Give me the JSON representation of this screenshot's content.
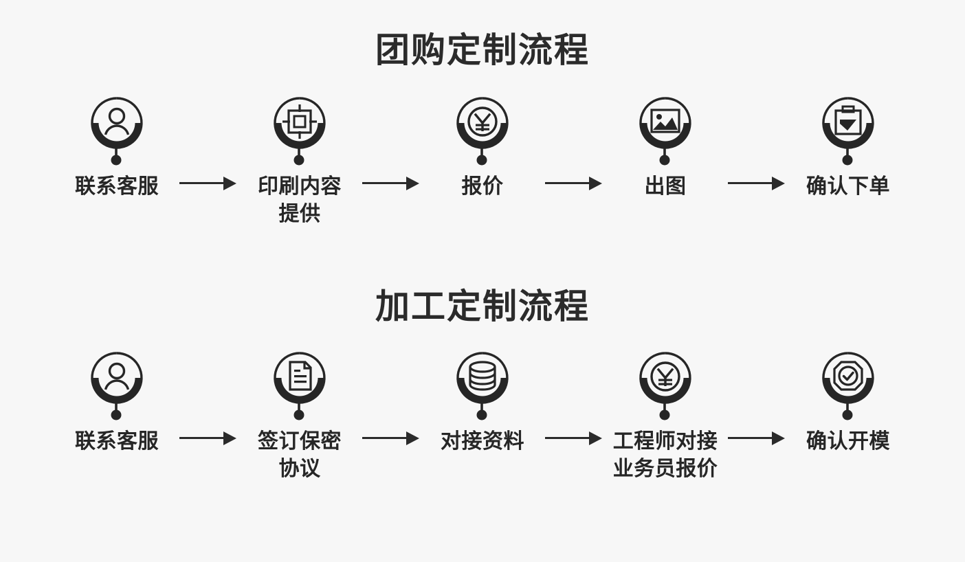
{
  "background_color": "#f7f7f7",
  "ink_color": "#262626",
  "sections": [
    {
      "title": "团购定制流程",
      "steps": [
        {
          "label": "联系客服",
          "icon": "customer-service-person-icon"
        },
        {
          "label": "印刷内容\n提供",
          "icon": "print-crop-mark-icon"
        },
        {
          "label": "报价",
          "icon": "yuan-coin-price-icon"
        },
        {
          "label": "出图",
          "icon": "picture-image-icon"
        },
        {
          "label": "确认下单",
          "icon": "clipboard-check-icon"
        }
      ],
      "arrow_symbol": "→"
    },
    {
      "title": "加工定制流程",
      "steps": [
        {
          "label": "联系客服",
          "icon": "customer-service-person-icon"
        },
        {
          "label": "签订保密\n协议",
          "icon": "document-file-icon"
        },
        {
          "label": "对接资料",
          "icon": "database-stack-icon"
        },
        {
          "label": "工程师对接\n业务员报价",
          "icon": "yuan-coin-price-icon"
        },
        {
          "label": "确认开模",
          "icon": "badge-check-shield-icon"
        }
      ],
      "arrow_symbol": "→"
    }
  ]
}
